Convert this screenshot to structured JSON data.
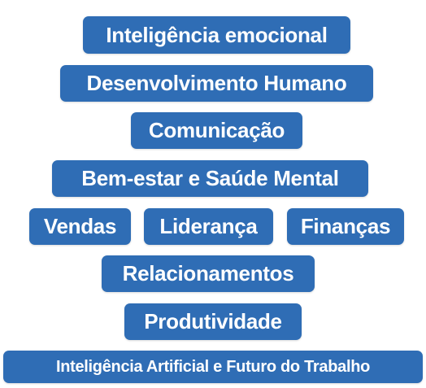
{
  "tags": [
    {
      "label": "Inteligência emocional"
    },
    {
      "label": "Desenvolvimento Humano"
    },
    {
      "label": "Comunicação"
    },
    {
      "label": "Bem-estar e Saúde Mental"
    },
    {
      "label": "Vendas"
    },
    {
      "label": "Liderança"
    },
    {
      "label": "Finanças"
    },
    {
      "label": "Relacionamentos"
    },
    {
      "label": "Produtividade"
    },
    {
      "label": "Inteligência Artificial e Futuro do Trabalho"
    }
  ],
  "colors": {
    "tag_background": "#2f6db5",
    "tag_text": "#ffffff",
    "page_background": "#ffffff"
  }
}
